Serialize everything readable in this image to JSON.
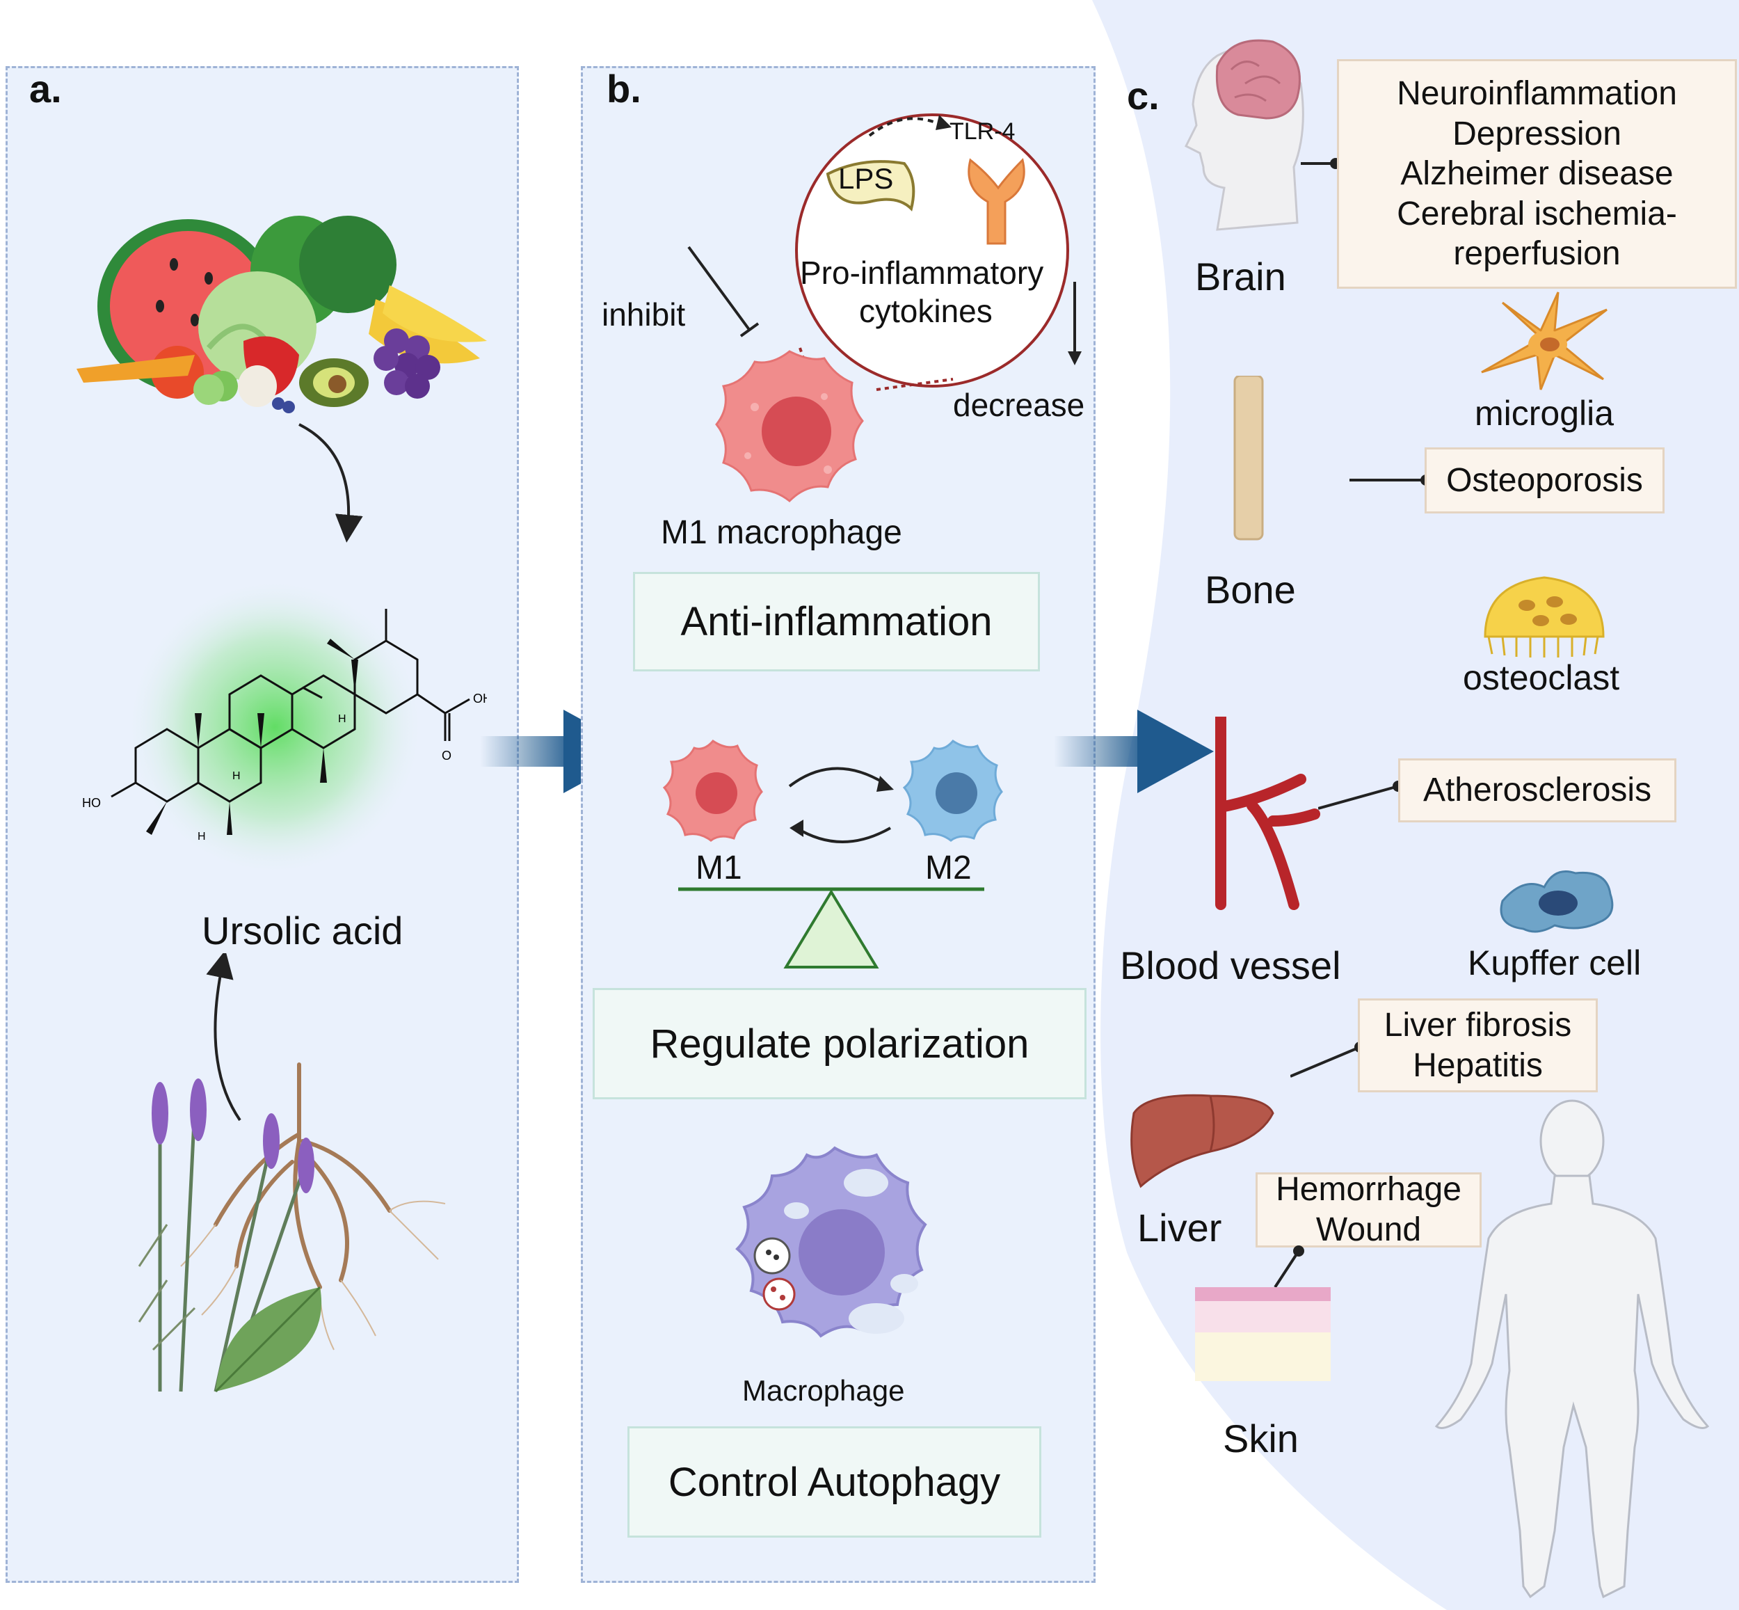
{
  "panels": {
    "a": {
      "letter": "a.",
      "compound": "Ursolic acid"
    },
    "b": {
      "letter": "b.",
      "inhibit": "inhibit",
      "tlr4": "TLR-4",
      "lps": "LPS",
      "cytokines_line1": "Pro-inflammatory",
      "cytokines_line2": "cytokines",
      "decrease": "decrease",
      "m1_macrophage": "M1 macrophage",
      "anti_inflammation": "Anti-inflammation",
      "m1": "M1",
      "m2": "M2",
      "regulate_polarization": "Regulate polarization",
      "macrophage": "Macrophage",
      "control_autophagy": "Control Autophagy"
    },
    "c": {
      "letter": "c.",
      "brain": "Brain",
      "brain_diseases": [
        "Neuroinflammation",
        "Depression",
        "Alzheimer disease",
        "Cerebral ischemia-",
        "reperfusion"
      ],
      "microglia": "microglia",
      "bone": "Bone",
      "osteoporosis": "Osteoporosis",
      "osteoclast": "osteoclast",
      "blood_vessel": "Blood vessel",
      "atherosclerosis": "Atherosclerosis",
      "kupffer": "Kupffer cell",
      "liver_diseases": [
        "Liver fibrosis",
        "Hepatitis"
      ],
      "liver": "Liver",
      "skin_diseases": [
        "Hemorrhage",
        "Wound"
      ],
      "skin": "Skin"
    }
  },
  "structure_labels": {
    "ho": "HO",
    "oh": "OH",
    "o": "O",
    "h": "H"
  },
  "colors": {
    "panel_bg": "#eaf1fc",
    "panel_border": "#9fb3d6",
    "arrow": "#1f5a8e",
    "m1_red": "#f08c8c",
    "m2_blue": "#8fc3e8",
    "macrophage_purple": "#a8a3e0",
    "circle_border": "#9b2a2a",
    "balance_green": "#2f7a2f"
  }
}
